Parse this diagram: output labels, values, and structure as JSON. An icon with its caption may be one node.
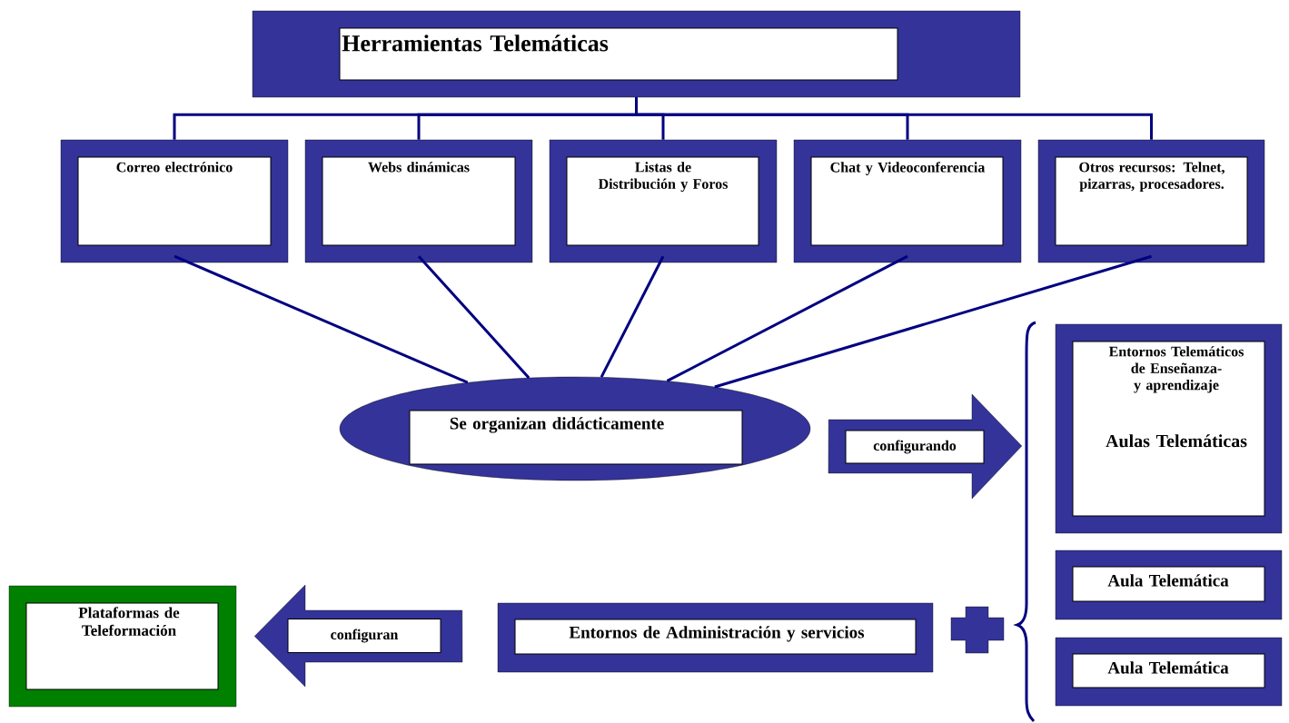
{
  "diagram": {
    "nodes": [
      {
        "text": [
          "Herramientas Telemáticas"
        ]
      },
      {
        "text": [
          "Correo electrónico"
        ]
      },
      {
        "text": [
          "Webs dinámicas"
        ]
      },
      {
        "text": [
          "Listas de Distribución y Foros"
        ]
      },
      {
        "text": [
          "Chat y Videoconferencia"
        ]
      },
      {
        "text": [
          "Otros recursos: Telnet, pizarras, procesadores."
        ]
      },
      {
        "text": [
          "Se organizan didácticamente"
        ]
      },
      {
        "text": [
          "Entornos Telemáticos de Enseñanza- y aprendizaje",
          "Aulas Telemáticas"
        ]
      },
      {
        "text": [
          "Aula Telemática"
        ]
      },
      {
        "text": [
          "Aula Telemática"
        ]
      },
      {
        "text": [
          "Entornos de Administración y servicios"
        ]
      },
      {
        "text": [
          "Plataformas de Teleformación"
        ]
      }
    ],
    "edges": [
      {
        "from": 0,
        "to": 1,
        "arrow": "none"
      },
      {
        "from": 0,
        "to": 2,
        "arrow": "none"
      },
      {
        "from": 0,
        "to": 3,
        "arrow": "none"
      },
      {
        "from": 0,
        "to": 4,
        "arrow": "none"
      },
      {
        "from": 0,
        "to": 5,
        "arrow": "none"
      },
      {
        "from": 1,
        "to": 6,
        "arrow": "none"
      },
      {
        "from": 2,
        "to": 6,
        "arrow": "none"
      },
      {
        "from": 3,
        "to": 6,
        "arrow": "none"
      },
      {
        "from": 4,
        "to": 6,
        "arrow": "none"
      },
      {
        "from": 5,
        "to": 6,
        "arrow": "none"
      },
      {
        "from": 6,
        "to": 7,
        "arrow": "to",
        "label": "configurando",
        "style": "thick",
        "color": "#333399"
      },
      {
        "from": 10,
        "to": 11,
        "arrow": "to",
        "label": "configuran",
        "style": "thick",
        "color": "#333399"
      }
    ]
  }
}
